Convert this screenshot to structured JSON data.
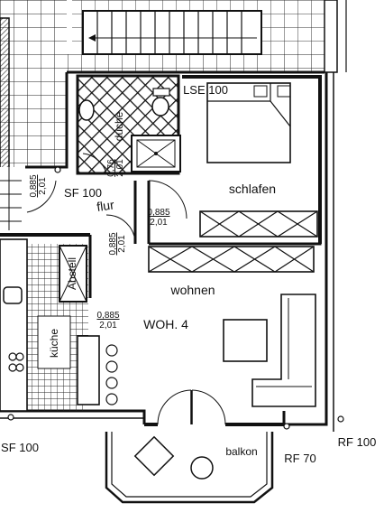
{
  "rooms": {
    "bath": "duche",
    "bedroom": "schlafen",
    "hall": "flur",
    "living": "wohnen",
    "kitchen": "küche",
    "storage": "Abstell",
    "balcony": "balkon"
  },
  "unit_label": "WOH. 4",
  "window_codes": {
    "lse_bed": "LSE 100",
    "sf_hall": "SF 100",
    "sf_bottom": "SF 100",
    "rf_balcony": "RF 70",
    "rf_right": "RF 100"
  },
  "door_dims": {
    "hall_left": {
      "w": "0,885",
      "h": "2,01"
    },
    "bath": {
      "w": "0,76",
      "h": "2,01"
    },
    "bedroom": {
      "w": "0,885",
      "h": "2,01"
    },
    "hall_right": {
      "w": "0,885",
      "h": "2,01"
    },
    "kitchen": {
      "w": "0,885",
      "h": "2,01"
    }
  }
}
